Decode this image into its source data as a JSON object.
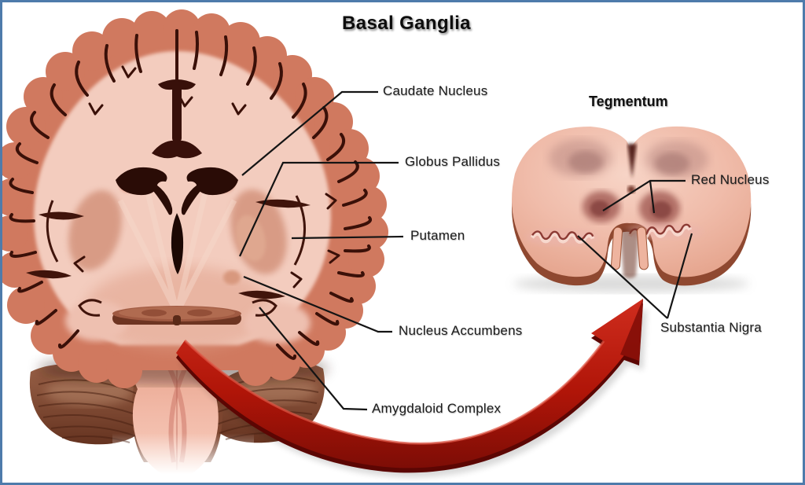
{
  "header": {
    "title": "Basal Ganglia"
  },
  "brain": {
    "labels": {
      "caudate_nucleus": "Caudate Nucleus",
      "globus_pallidus": "Globus Pallidus",
      "putamen": "Putamen",
      "nucleus_accumbens": "Nucleus Accumbens",
      "amygdaloid_complex": "Amygdaloid Complex"
    }
  },
  "tegmentum": {
    "title": "Tegmentum",
    "labels": {
      "red_nucleus": "Red Nucleus",
      "substantia_nigra": "Substantia Nigra"
    }
  },
  "colors": {
    "frame_border": "#4e7bab",
    "background": "#ffffff",
    "label_text": "#1c1c1c",
    "leader_line": "#141414",
    "arrow_red": "#b81a10",
    "cortex_salmon": "#d0795f",
    "white_matter": "#f3ccbe",
    "ventricle_dark": "#2a0c06",
    "cerebellum_brown": "#7c452f",
    "tegmentum_surface": "#f0bcaa"
  }
}
